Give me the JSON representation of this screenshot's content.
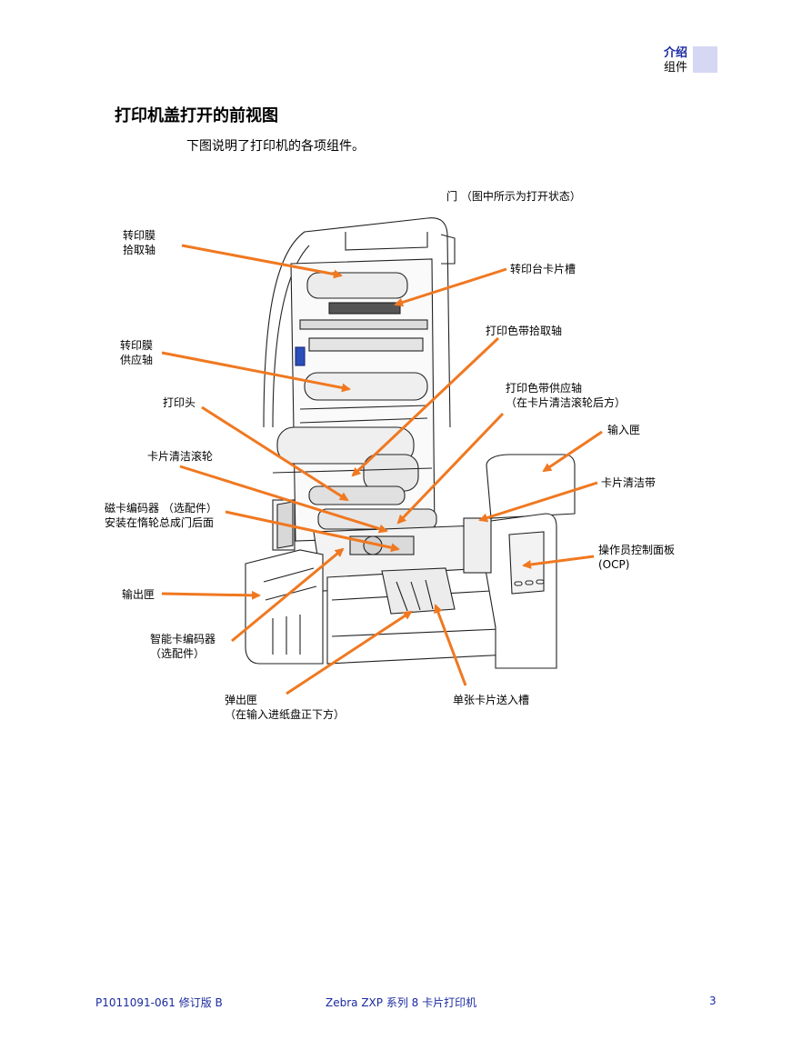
{
  "header": {
    "section": "介绍",
    "subsection": "组件"
  },
  "page_title": "打印机盖打开的前视图",
  "intro": "下图说明了打印机的各项组件。",
  "labels": {
    "door": "门 （图中所示为打开状态）",
    "transfer_takeup_1": "转印膜",
    "transfer_takeup_2": "拾取轴",
    "transfer_station_slot": "转印台卡片槽",
    "ribbon_takeup": "打印色带拾取轴",
    "transfer_supply_1": "转印膜",
    "transfer_supply_2": "供应轴",
    "ribbon_supply_1": "打印色带供应轴",
    "ribbon_supply_2": "（在卡片清洁滚轮后方）",
    "printhead": "打印头",
    "input_hopper": "输入匣",
    "cleaning_roller": "卡片清洁滚轮",
    "cleaning_tape": "卡片清洁带",
    "mag_encoder_1": "磁卡编码器 （选配件）",
    "mag_encoder_2": "安装在惰轮总成门后面",
    "ocp_1": "操作员控制面板",
    "ocp_2": "(OCP)",
    "output_hopper": "输出匣",
    "smart_encoder_1": "智能卡编码器",
    "smart_encoder_2": "（选配件）",
    "reject_hopper_1": "弹出匣",
    "reject_hopper_2": "（在输入进纸盘正下方）",
    "single_feed": "单张卡片送入槽"
  },
  "footer": {
    "doc_id": "P1011091-061 修订版 B",
    "product": "Zebra ZXP 系列 8 卡片打印机",
    "page": "3"
  },
  "colors": {
    "arrow": "#f07820",
    "section_blue": "#1a2aa0",
    "tab": "#d5d7f3"
  }
}
